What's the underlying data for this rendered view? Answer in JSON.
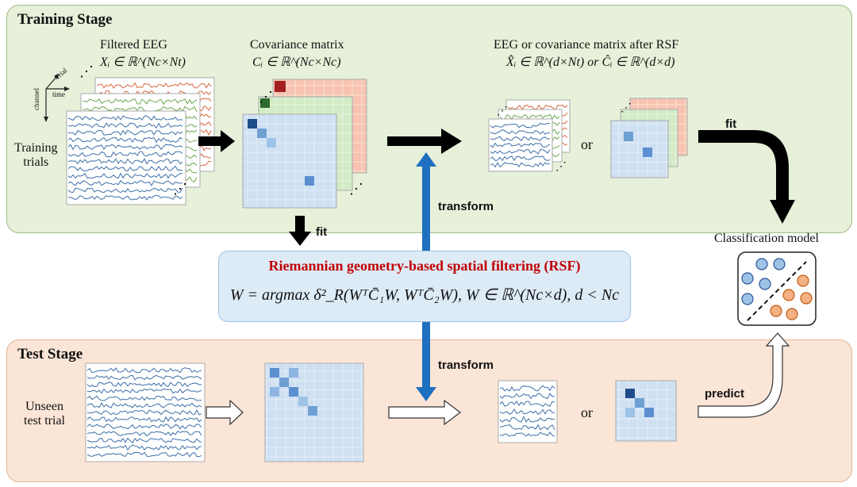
{
  "training": {
    "title": "Training Stage",
    "filtered_label": "Filtered EEG",
    "filtered_math": "Xᵢ ∈ ℝ^(Nc×Nt)",
    "cov_label": "Covariance matrix",
    "cov_math": "Cᵢ ∈ ℝ^(Nc×Nc)",
    "after_label": "EEG or covariance matrix after RSF",
    "after_math": "X̂ᵢ ∈ ℝ^(d×Nt) or Ĉᵢ ∈ ℝ^(d×d)",
    "trials_label": "Training\ntrials",
    "axis_trial": "Trial",
    "axis_time": "time",
    "axis_channel": "channel",
    "or_text": "or",
    "fit_label": "fit"
  },
  "rsf": {
    "title": "Riemannian geometry-based spatial filtering (RSF)",
    "equation": "W = argmax δ²_R(WᵀC̄₁W, WᵀC̄₂W), W ∈ ℝ^(Nc×d), d < Nc"
  },
  "middle": {
    "fit_label": "fit",
    "transform_top": "transform",
    "transform_bottom": "transform"
  },
  "classifier": {
    "title": "Classification model"
  },
  "test": {
    "title": "Test Stage",
    "trial_label": "Unseen\ntest trial",
    "or_text": "or",
    "predict_label": "predict"
  },
  "colors": {
    "training_bg": "#e7f0d9",
    "test_bg": "#fbe5d6",
    "rsf_bg": "#ddebf7",
    "rsf_title": "#c00000",
    "blue_arrow": "#1f6fc1",
    "dot_blue": "#9dc3e6",
    "dot_orange": "#f4b183"
  }
}
